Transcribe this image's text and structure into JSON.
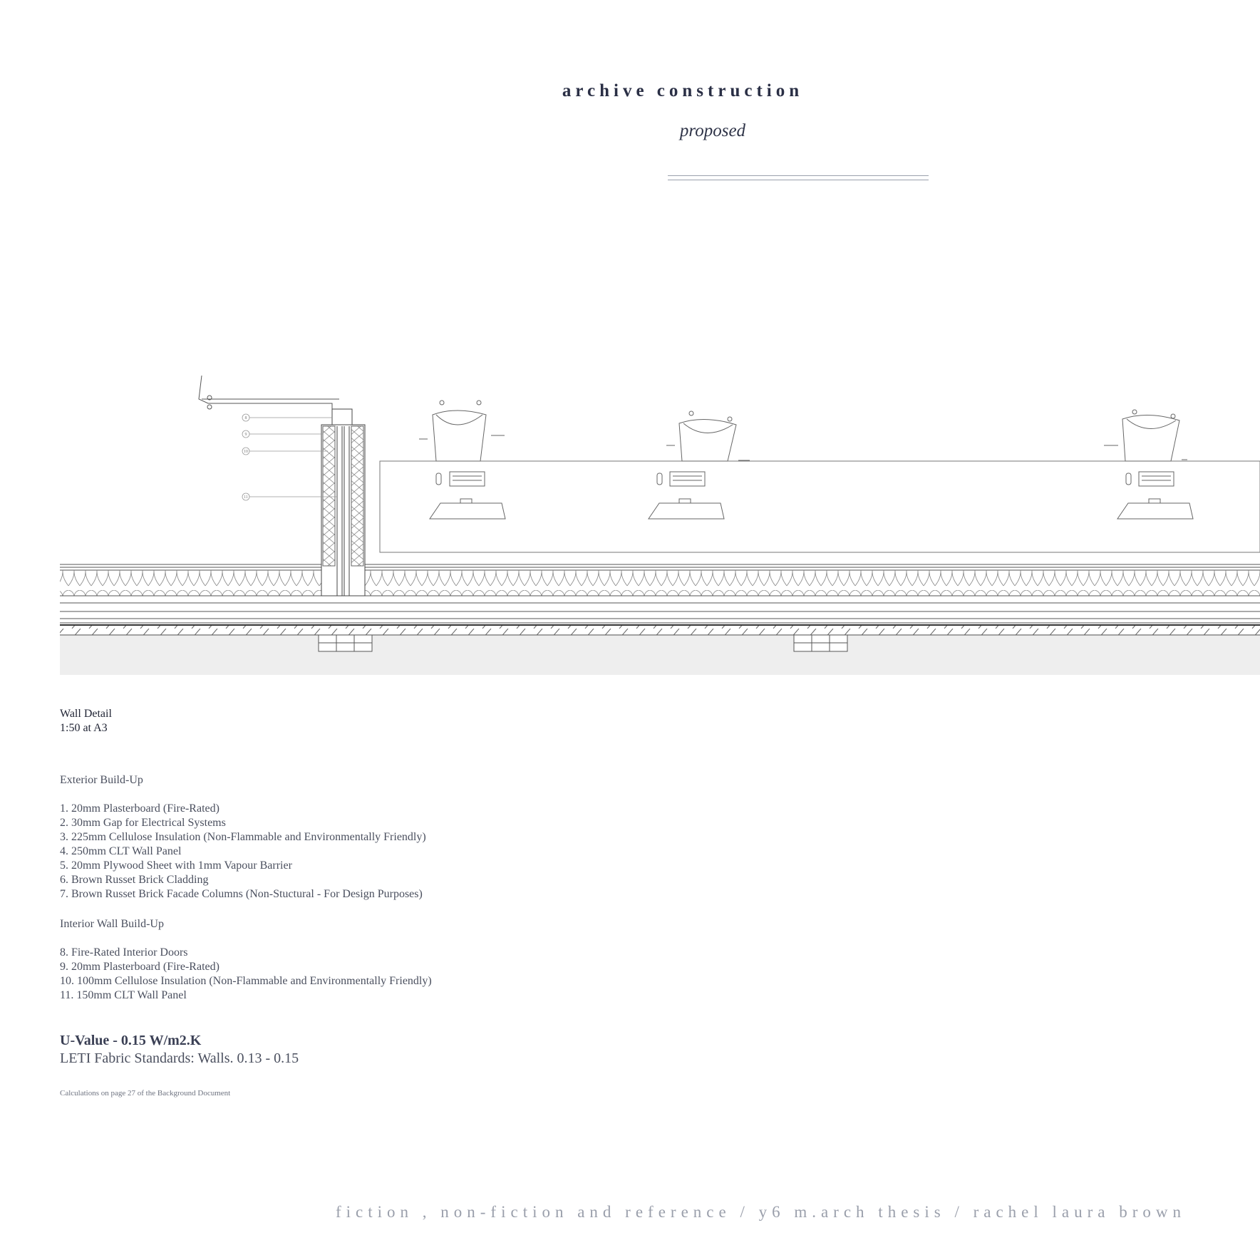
{
  "header": {
    "title": "archive construction",
    "subtitle": "proposed"
  },
  "drawing": {
    "callouts": [
      "8",
      "9",
      "10",
      "11"
    ]
  },
  "detail": {
    "title": "Wall Detail",
    "scale": "1:50 at A3"
  },
  "exterior": {
    "heading": "Exterior Build-Up",
    "items": [
      "1. 20mm Plasterboard (Fire-Rated)",
      "2. 30mm Gap for Electrical Systems",
      "3. 225mm Cellulose Insulation (Non-Flammable and Environmentally Friendly)",
      "4. 250mm CLT Wall Panel",
      "5. 20mm Plywood Sheet with 1mm Vapour Barrier",
      "6. Brown Russet Brick Cladding",
      "7. Brown Russet Brick Facade Columns (Non-Stuctural - For Design Purposes)"
    ]
  },
  "interior": {
    "heading": "Interior Wall Build-Up",
    "items": [
      "8. Fire-Rated Interior Doors",
      "9. 20mm Plasterboard (Fire-Rated)",
      "10. 100mm Cellulose Insulation (Non-Flammable and Environmentally Friendly)",
      "11. 150mm CLT Wall Panel"
    ]
  },
  "performance": {
    "uvalue": "U-Value - 0.15 W/m2.K",
    "leti": "LETI Fabric Standards:  Walls. 0.13 - 0.15",
    "note": "Calculations on page 27 of the Background Document"
  },
  "footer": {
    "text": "fiction , non-fiction and reference / y6 m.arch thesis / rachel laura brown"
  }
}
